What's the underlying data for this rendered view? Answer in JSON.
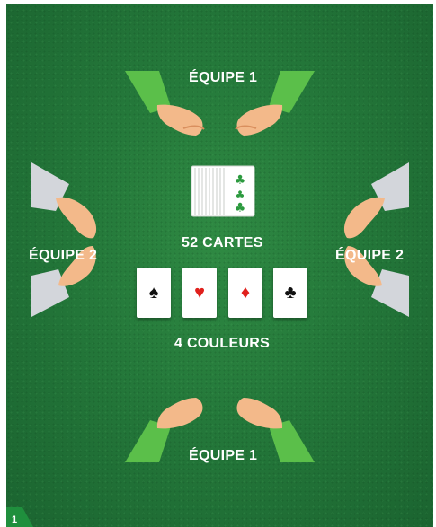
{
  "labels": {
    "team1_top": "ÉQUIPE 1",
    "team1_bottom": "ÉQUIPE 1",
    "team2_left": "ÉQUIPE 2",
    "team2_right": "ÉQUIPE 2",
    "deck": "52 CARTES",
    "suits": "4 COULEURS"
  },
  "cards": [
    {
      "symbol": "♠",
      "name": "spade",
      "color": "#111111"
    },
    {
      "symbol": "♥",
      "name": "heart",
      "color": "#e0201c"
    },
    {
      "symbol": "♦",
      "name": "diamond",
      "color": "#e0201c"
    },
    {
      "symbol": "♣",
      "name": "club",
      "color": "#111111"
    }
  ],
  "colors": {
    "felt": "#24783a",
    "sleeve_team1": "#5bbf4a",
    "sleeve_team2": "#d3d6db",
    "skin": "#f3b98a"
  },
  "corner_badge": "1"
}
